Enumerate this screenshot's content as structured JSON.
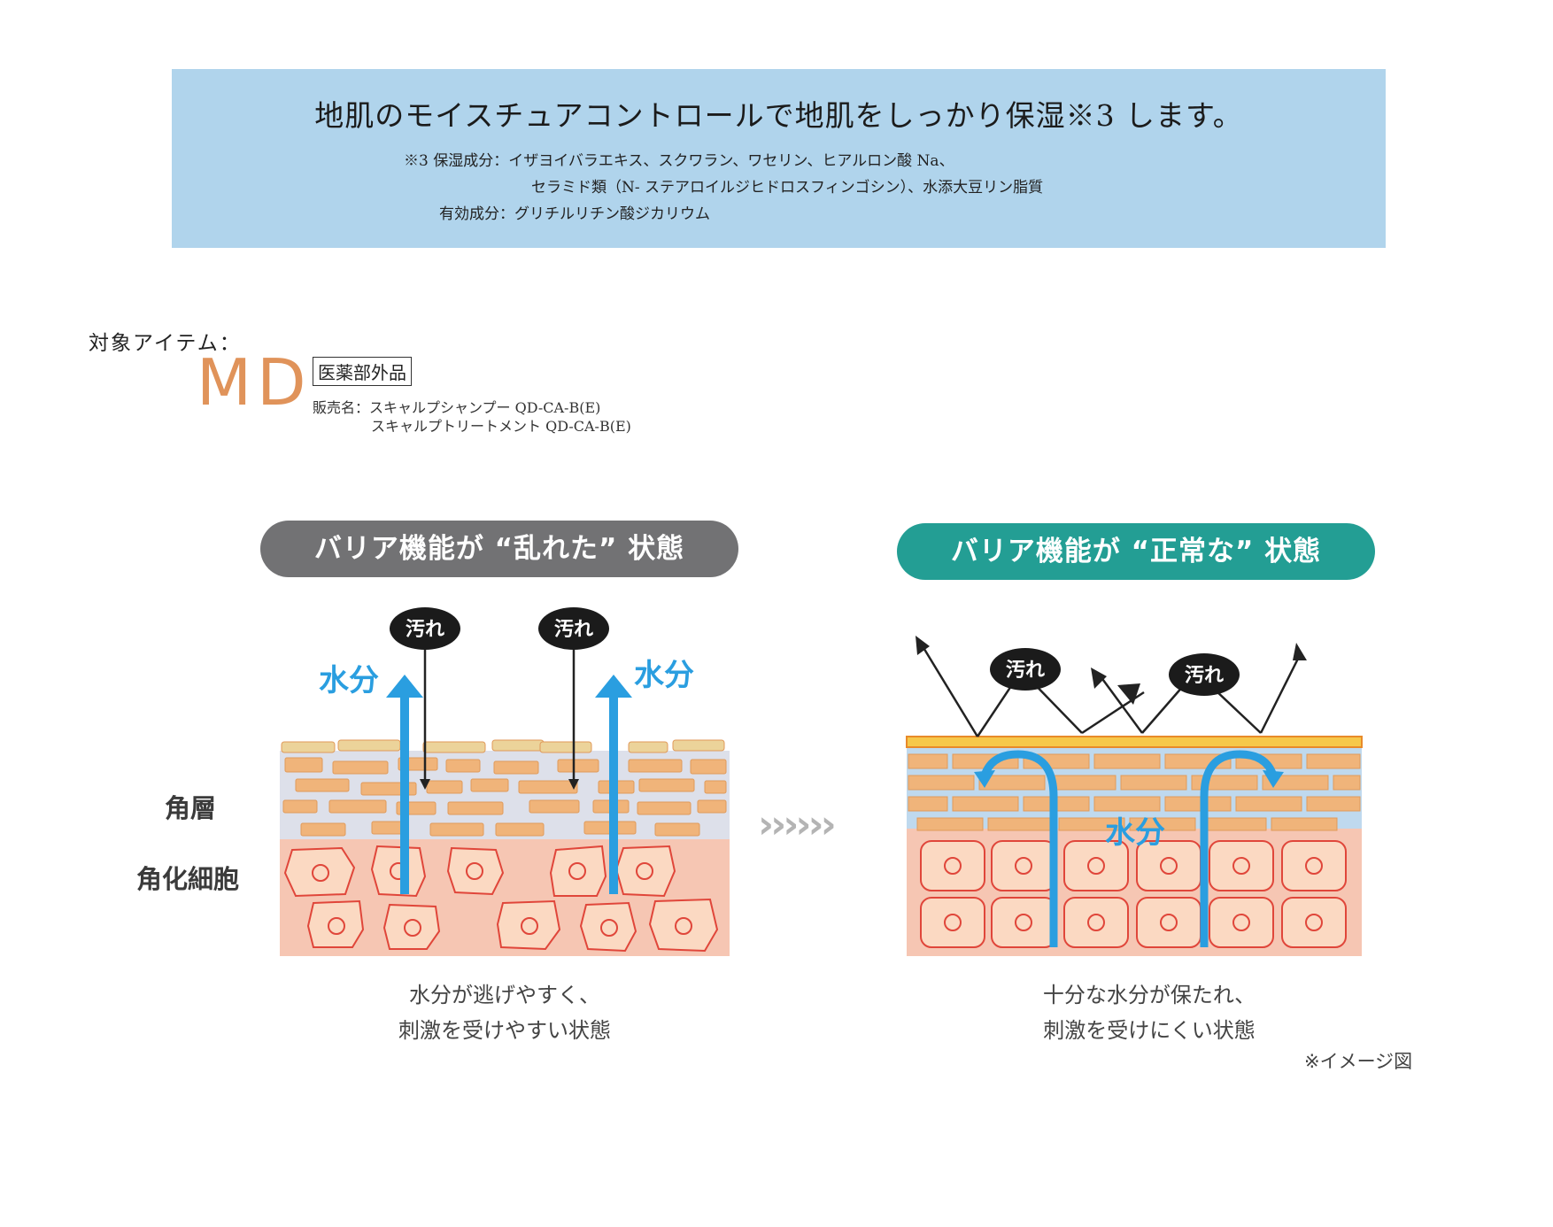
{
  "banner": {
    "title": "地肌のモイスチュアコントロールで地肌をしっかり保湿※3 します。",
    "moisturizing_line1": "※3 保湿成分：イザヨイバラエキス、スクワラン、ワセリン、ヒアルロン酸 Na、",
    "moisturizing_line2": "セラミド類（N- ステアロイルジヒドロスフィンゴシン）、水添大豆リン脂質",
    "active_line": "有効成分：グリチルリチン酸ジカリウム"
  },
  "target": {
    "label": "対象アイテム：",
    "logo": "MD",
    "quasi_drug": "医薬部外品",
    "sale_name_line1": "販売名：スキャルプシャンプー QD-CA-B(E)",
    "sale_name_line2": "スキャルプトリートメント QD-CA-B(E)"
  },
  "left_panel": {
    "heading": "バリア機能が “乱れた” 状態",
    "dirt_label": "汚れ",
    "water_label": "水分",
    "caption_line1": "水分が逃げやすく、",
    "caption_line2": "刺激を受けやすい状態"
  },
  "right_panel": {
    "heading": "バリア機能が “正常な” 状態",
    "dirt_label": "汚れ",
    "water_label": "水分",
    "caption_line1": "十分な水分が保たれ、",
    "caption_line2": "刺激を受けにくい状態"
  },
  "layers": {
    "stratum_corneum": "角層",
    "keratinocytes": "角化細胞"
  },
  "transition": "››››››",
  "image_note": "※イメージ図",
  "colors": {
    "banner_bg": "#b0d4ec",
    "logo": "#e0935a",
    "pill_left": "#727274",
    "pill_right": "#239e94",
    "water_arrow": "#2a9ee0",
    "brick": "#f0b47a",
    "cell_fill": "#fbd9c2",
    "cell_border": "#e0463a",
    "tissue_bg": "#f6c6b3",
    "corneum_bg": "#dde0ea",
    "barrier": "#f6c84a"
  }
}
